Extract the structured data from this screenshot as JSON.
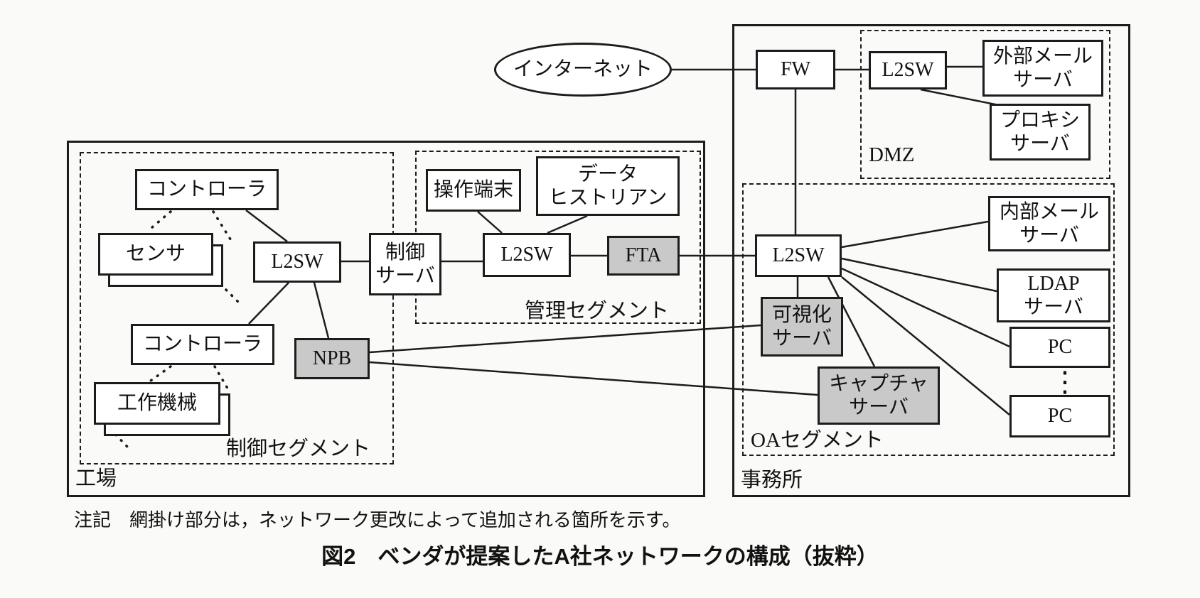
{
  "colors": {
    "paper": "#fafaf8",
    "box_border": "#1c1c1c",
    "shaded_fill": "#c9c9c9",
    "line": "#1c1c1c"
  },
  "nodes": {
    "internet": "インターネット",
    "fw": "FW",
    "dmz_l2sw": "L2SW",
    "external_mail_server": "外部メール\nサーバ",
    "proxy_server": "プロキシ\nサーバ",
    "oa_l2sw": "L2SW",
    "internal_mail_server": "内部メール\nサーバ",
    "ldap_server": "LDAP\nサーバ",
    "pc_1": "PC",
    "pc_2": "PC",
    "visualization_server": "可視化\nサーバ",
    "capture_server": "キャプチャ\nサーバ",
    "controller_1": "コントローラ",
    "sensor": "センサ",
    "controller_2": "コントローラ",
    "machine_tool": "工作機械",
    "factory_l2sw": "L2SW",
    "npb": "NPB",
    "control_server": "制御\nサーバ",
    "operation_terminal": "操作端末",
    "data_historian": "データ\nヒストリアン",
    "management_l2sw": "L2SW",
    "fta": "FTA"
  },
  "shaded_nodes": [
    "npb",
    "fta",
    "visualization_server",
    "capture_server"
  ],
  "regions": {
    "factory": "工場",
    "office": "事務所",
    "dmz": "DMZ",
    "control_segment": "制御セグメント",
    "management_segment": "管理セグメント",
    "oa_segment": "OAセグメント"
  },
  "pc_ellipsis": "⋮",
  "edges": [
    {
      "from": "internet",
      "to": "fw",
      "style": "solid"
    },
    {
      "from": "fw",
      "to": "dmz_l2sw",
      "style": "solid"
    },
    {
      "from": "dmz_l2sw",
      "to": "external_mail_server",
      "style": "solid"
    },
    {
      "from": "dmz_l2sw",
      "to": "proxy_server",
      "style": "solid"
    },
    {
      "from": "fw",
      "to": "oa_l2sw",
      "style": "solid"
    },
    {
      "from": "oa_l2sw",
      "to": "internal_mail_server",
      "style": "solid"
    },
    {
      "from": "oa_l2sw",
      "to": "ldap_server",
      "style": "solid"
    },
    {
      "from": "oa_l2sw",
      "to": "pc_1",
      "style": "solid"
    },
    {
      "from": "oa_l2sw",
      "to": "pc_2",
      "style": "solid"
    },
    {
      "from": "oa_l2sw",
      "to": "visualization_server",
      "style": "solid"
    },
    {
      "from": "oa_l2sw",
      "to": "capture_server",
      "style": "solid"
    },
    {
      "from": "npb",
      "to": "visualization_server",
      "style": "solid"
    },
    {
      "from": "npb",
      "to": "capture_server",
      "style": "solid"
    },
    {
      "from": "fta",
      "to": "oa_l2sw",
      "style": "solid"
    },
    {
      "from": "management_l2sw",
      "to": "fta",
      "style": "solid"
    },
    {
      "from": "control_server",
      "to": "management_l2sw",
      "style": "solid"
    },
    {
      "from": "factory_l2sw",
      "to": "control_server",
      "style": "solid"
    },
    {
      "from": "management_l2sw",
      "to": "operation_terminal",
      "style": "solid"
    },
    {
      "from": "management_l2sw",
      "to": "data_historian",
      "style": "solid"
    },
    {
      "from": "controller_1",
      "to": "factory_l2sw",
      "style": "solid"
    },
    {
      "from": "controller_2",
      "to": "factory_l2sw",
      "style": "solid"
    },
    {
      "from": "factory_l2sw",
      "to": "npb",
      "style": "solid"
    },
    {
      "from": "controller_1",
      "to": "sensor",
      "style": "dotted"
    },
    {
      "from": "controller_2",
      "to": "machine_tool",
      "style": "dotted"
    }
  ],
  "note": "注記　網掛け部分は，ネットワーク更改によって追加される箇所を示す。",
  "caption": "図2　ベンダが提案したA社ネットワークの構成（抜粋）"
}
